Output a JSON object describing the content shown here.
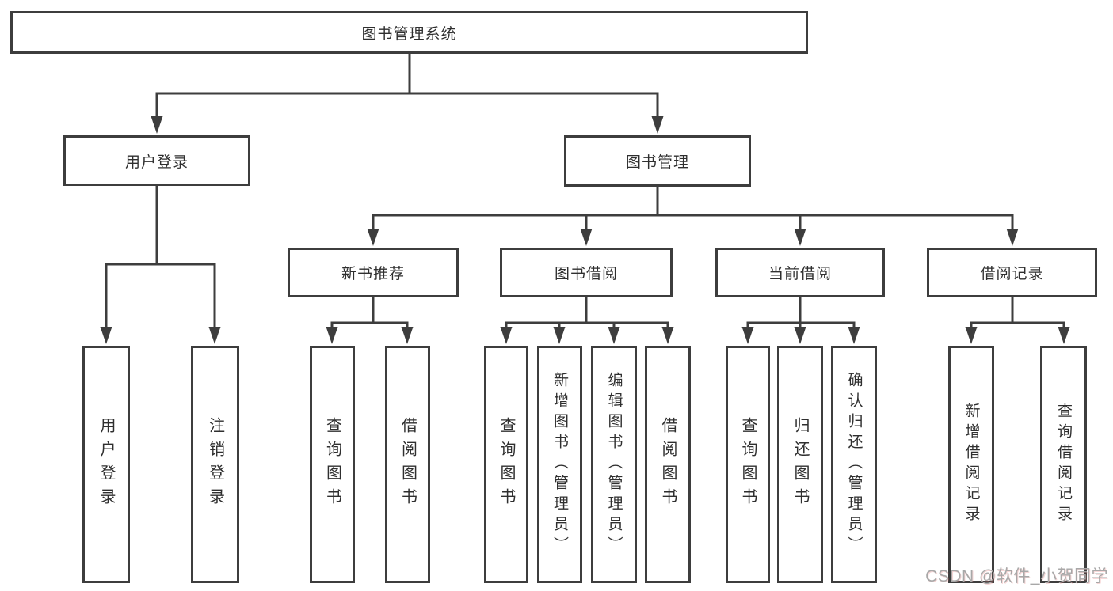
{
  "tree": {
    "root": {
      "label": "图书管理系统",
      "children": [
        {
          "label": "用户登录",
          "children": [
            {
              "label": "用户登录"
            },
            {
              "label": "注销登录"
            }
          ]
        },
        {
          "label": "图书管理",
          "children": [
            {
              "label": "新书推荐",
              "children": [
                {
                  "label": "查询图书"
                },
                {
                  "label": "借阅图书"
                }
              ]
            },
            {
              "label": "图书借阅",
              "children": [
                {
                  "label": "查询图书"
                },
                {
                  "label": "新增图书（管理员）"
                },
                {
                  "label": "编辑图书（管理员）"
                },
                {
                  "label": "借阅图书"
                }
              ]
            },
            {
              "label": "当前借阅",
              "children": [
                {
                  "label": "查询图书"
                },
                {
                  "label": "归还图书"
                },
                {
                  "label": "确认归还（管理员）"
                }
              ]
            },
            {
              "label": "借阅记录",
              "children": [
                {
                  "label": "新增借阅记录"
                },
                {
                  "label": "查询借阅记录"
                }
              ]
            }
          ]
        }
      ]
    }
  },
  "watermark": {
    "text": "CSDN @软件_小贺同学"
  },
  "colors": {
    "line": "#3d3d3d",
    "box_border": "#3d3d3d",
    "box_fill": "#ffffff",
    "text": "#2f2f2f",
    "background": "#ffffff",
    "watermark": "#a8a8a8"
  }
}
